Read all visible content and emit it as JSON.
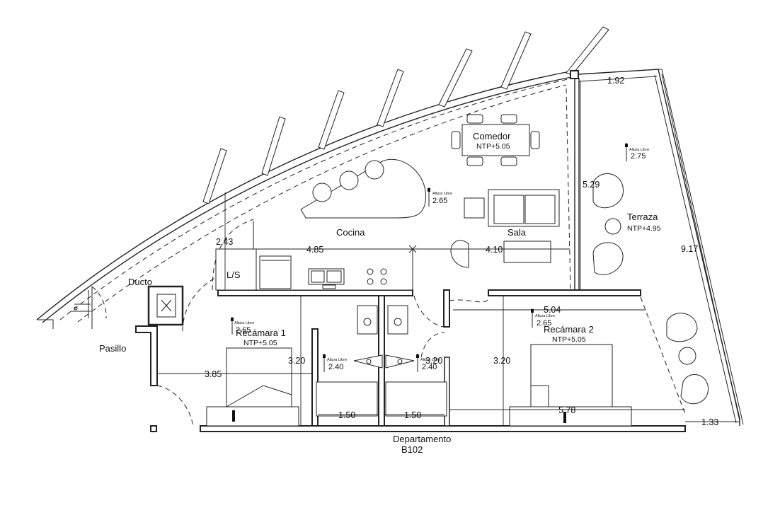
{
  "rooms": {
    "comedor": {
      "name": "Comedor",
      "level": "NTP+5.05"
    },
    "terraza": {
      "name": "Terraza",
      "level": "NTP+4.95"
    },
    "cocina": {
      "name": "Cocina"
    },
    "sala": {
      "name": "Sala"
    },
    "recamara1": {
      "name": "Recámara 1",
      "level": "NTP+5.05"
    },
    "recamara2": {
      "name": "Recámara 2",
      "level": "NTP+5.05"
    },
    "pasillo": {
      "name": "Pasillo"
    },
    "ducto": {
      "name": "Ducto"
    },
    "ls": {
      "name": "L/S"
    }
  },
  "unit": {
    "line1": "Departamento",
    "line2": "B102"
  },
  "ceiling_heights": {
    "label": "Altura Libre",
    "comedor": "2.65",
    "terraza": "2.75",
    "recamara1": "2.65",
    "recamara2": "2.65",
    "bano1": "2.40",
    "bano2": "2.40"
  },
  "dimensions": {
    "terraza_top": "1.92",
    "terraza_depth": "5.29",
    "east_length": "9.17",
    "cocina_height": "2.43",
    "cocina_width": "4.85",
    "sala_width": "4.10",
    "recamara2_width": "5.04",
    "recamara1_width": "3.85",
    "recamara1_height": "3.20",
    "bano_height": "3.20",
    "recamara2_height": "3.20",
    "bano1_width": "1.50",
    "bano2_width": "1.50",
    "recamara2_bottom": "5.78",
    "corner": "1.33"
  }
}
